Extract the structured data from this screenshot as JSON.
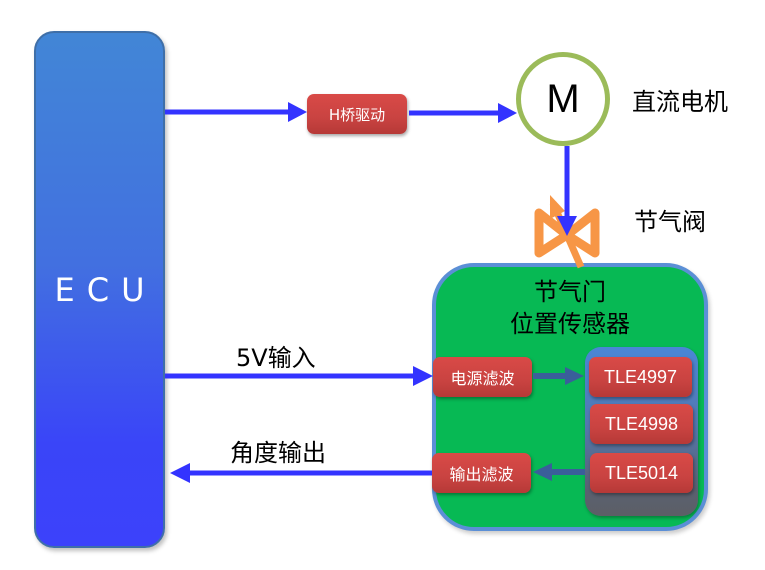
{
  "ecu": {
    "label": "ECU"
  },
  "h_bridge": {
    "label": "H桥驱动"
  },
  "motor": {
    "symbol": "M",
    "label": "直流电机"
  },
  "valve": {
    "label": "节气阀",
    "icon": "butterfly-valve-icon"
  },
  "sensor": {
    "title_line1": "节气门",
    "title_line2": "位置传感器",
    "power_filter": "电源滤波",
    "output_filter": "输出滤波",
    "chips": [
      "TLE4997",
      "TLE4998",
      "TLE5014"
    ]
  },
  "signals": {
    "input_label": "5V输入",
    "output_label": "角度输出"
  },
  "colors": {
    "signal_arrow": "#3333ff",
    "internal_arrow": "#3a5f9a",
    "ecu_blue": "#4270e0",
    "block_red": "#c94341",
    "sensor_green": "#07b954",
    "motor_ring": "#9bbb59",
    "valve_orange": "#f79646"
  }
}
